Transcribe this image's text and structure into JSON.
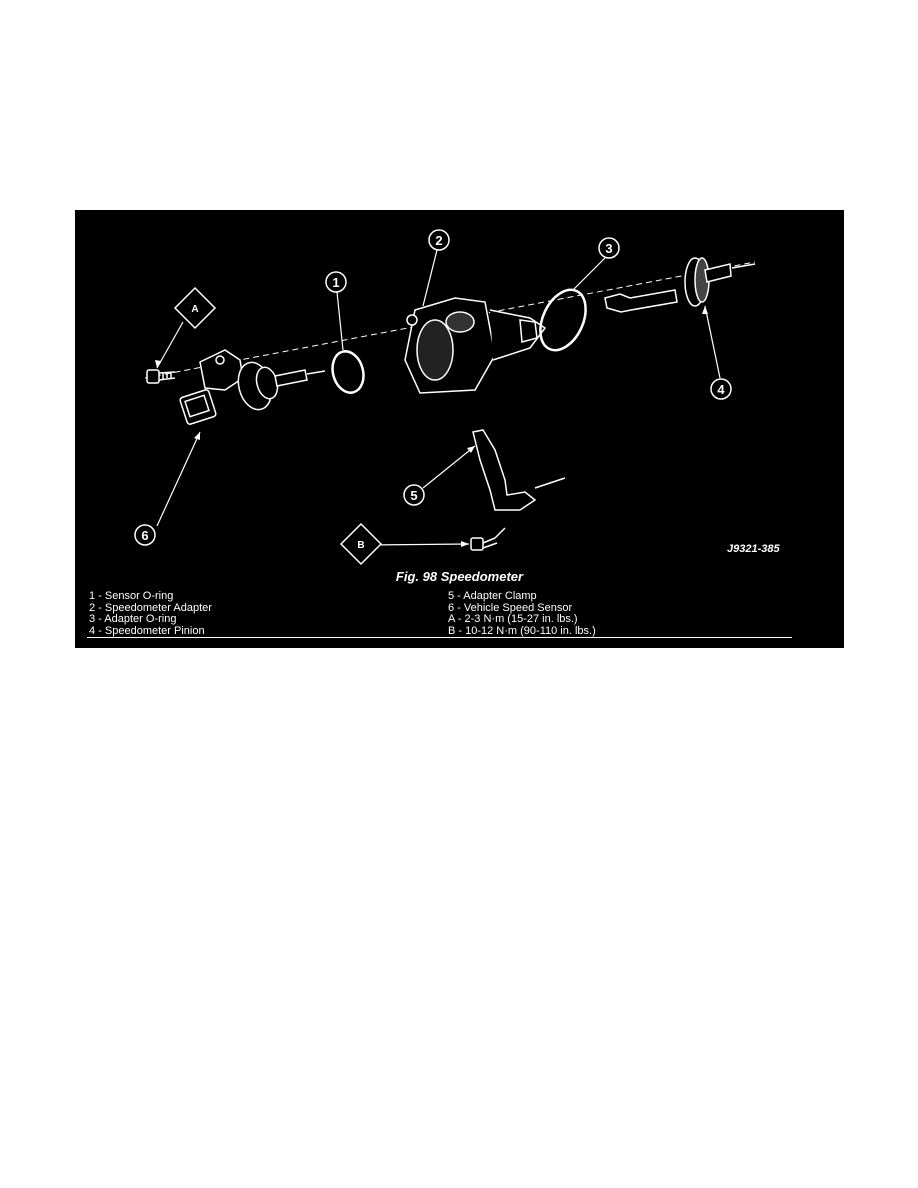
{
  "figure": {
    "callouts": [
      "1",
      "2",
      "3",
      "4",
      "5",
      "6"
    ],
    "torque_callouts": [
      "A",
      "B"
    ],
    "code": "J9321-385",
    "caption": "Fig. 98 Speedometer",
    "legend_left": [
      "1 - Sensor O-ring",
      "2 - Speedometer Adapter",
      "3 - Adapter O-ring",
      "4 - Speedometer Pinion"
    ],
    "legend_right": [
      "5 - Adapter Clamp",
      "6 - Vehicle Speed Sensor",
      "A - 2-3 N·m (15-27 in. lbs.)",
      "B - 10-12 N·m (90-110 in. lbs.)"
    ]
  }
}
